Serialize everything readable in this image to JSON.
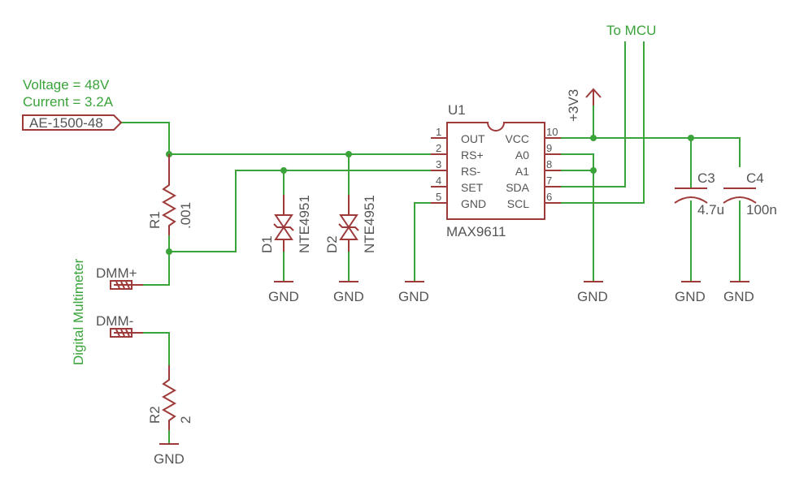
{
  "notes": {
    "voltage": "Voltage = 48V",
    "current": "Current = 3.2A",
    "to_mcu": "To MCU",
    "multimeter": "Digital Multimeter"
  },
  "supply_label": "AE-1500-48",
  "power": {
    "rail": "+3V3"
  },
  "gnd_label": "GND",
  "ic": {
    "ref": "U1",
    "value": "MAX9611",
    "left_pins": [
      {
        "num": "1",
        "name": "OUT"
      },
      {
        "num": "2",
        "name": "RS+"
      },
      {
        "num": "3",
        "name": "RS-"
      },
      {
        "num": "4",
        "name": "SET"
      },
      {
        "num": "5",
        "name": "GND"
      }
    ],
    "right_pins": [
      {
        "num": "10",
        "name": "VCC"
      },
      {
        "num": "9",
        "name": "A0"
      },
      {
        "num": "8",
        "name": "A1"
      },
      {
        "num": "7",
        "name": "SDA"
      },
      {
        "num": "6",
        "name": "SCL"
      }
    ]
  },
  "resistors": [
    {
      "ref": "R1",
      "value": ".001"
    },
    {
      "ref": "R2",
      "value": "2"
    }
  ],
  "diodes": [
    {
      "ref": "D1",
      "value": "NTE4951"
    },
    {
      "ref": "D2",
      "value": "NTE4951"
    }
  ],
  "capacitors": [
    {
      "ref": "C3",
      "value": "4.7u"
    },
    {
      "ref": "C4",
      "value": "100n"
    }
  ],
  "connectors": [
    {
      "label": "DMM+"
    },
    {
      "label": "DMM-"
    }
  ],
  "colors": {
    "wire": "#3aa33a",
    "part": "#9e3a3a",
    "text": "#555555"
  }
}
